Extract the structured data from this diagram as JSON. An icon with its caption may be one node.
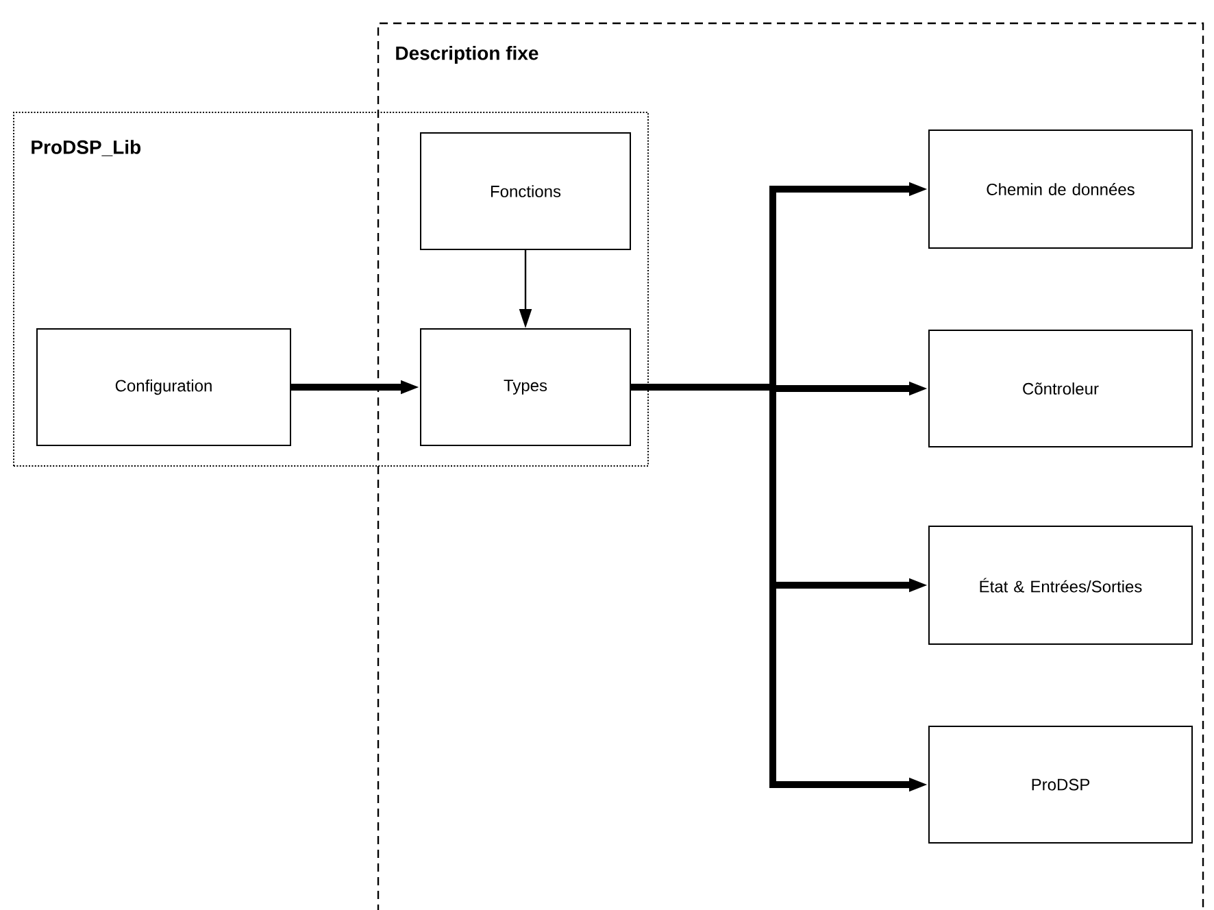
{
  "diagram": {
    "nodes": [
      {
        "text": [
          "Description fixe"
        ]
      },
      {
        "text": [
          "ProDSP_Lib"
        ]
      },
      {
        "text": [
          "Fonctions"
        ]
      },
      {
        "text": [
          "Configuration"
        ],
        "in": 1
      },
      {
        "text": [
          "Types"
        ]
      },
      {
        "text": [
          "Chemin de données"
        ],
        "in": 0
      },
      {
        "text": [
          "Cõntroleur"
        ],
        "in": 0
      },
      {
        "text": [
          "État & Entrées/Sorties"
        ],
        "in": 0
      },
      {
        "text": [
          "ProDSP"
        ],
        "in": 0
      }
    ],
    "edges": [
      {
        "from": 2,
        "to": 4,
        "arrow": "to"
      },
      {
        "from": 3,
        "to": 4,
        "arrow": "to"
      },
      {
        "from": 4,
        "to": 5,
        "arrow": "to"
      },
      {
        "from": 4,
        "to": 6,
        "arrow": "to"
      },
      {
        "from": 4,
        "to": 7,
        "arrow": "to"
      },
      {
        "from": 4,
        "to": 8,
        "arrow": "to"
      }
    ]
  }
}
